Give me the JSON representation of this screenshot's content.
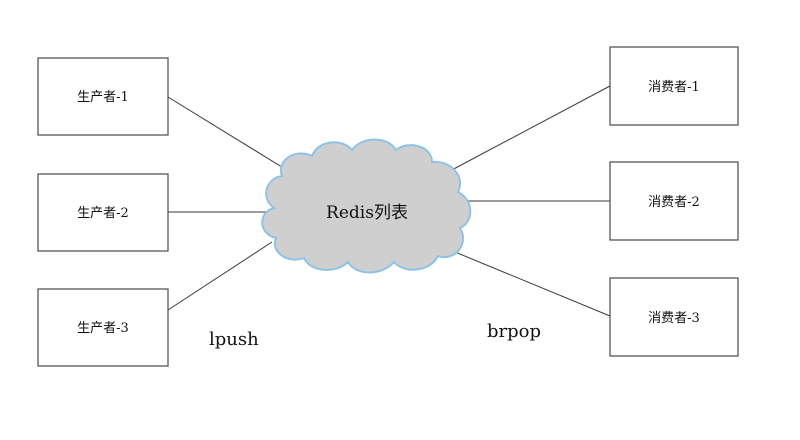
{
  "center": {
    "label": "Redis列表"
  },
  "producers": [
    {
      "label": "生产者-1"
    },
    {
      "label": "生产者-2"
    },
    {
      "label": "生产者-3"
    }
  ],
  "consumers": [
    {
      "label": "消费者-1"
    },
    {
      "label": "消费者-2"
    },
    {
      "label": "消费者-3"
    }
  ],
  "operations": {
    "push_label": "lpush",
    "pop_label": "brpop"
  },
  "colors": {
    "cloud_fill": "#cfcfcf",
    "cloud_outline": "#8fc3e6",
    "box_border": "#4a4a4a",
    "line": "#3a3a3a"
  }
}
